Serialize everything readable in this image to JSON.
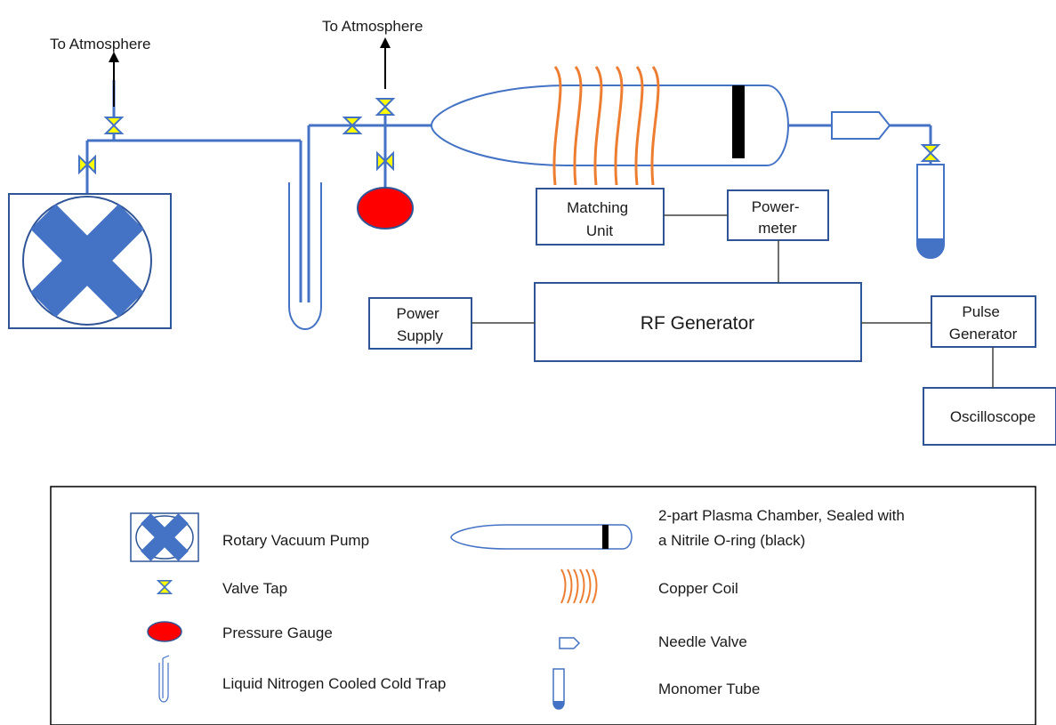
{
  "diagram": {
    "labels": {
      "atm_left": "To Atmosphere",
      "atm_mid": "To Atmosphere",
      "matching_unit": [
        "Matching",
        "Unit"
      ],
      "powermeter": [
        "Power-",
        "meter"
      ],
      "power_supply": [
        "Power",
        "Supply"
      ],
      "rf_generator": "RF Generator",
      "pulse_generator": [
        "Pulse",
        "Generator"
      ],
      "oscilloscope": "Oscilloscope"
    }
  },
  "legend": {
    "items": [
      {
        "label": "Rotary Vacuum Pump",
        "icon": "rotary-pump-icon"
      },
      {
        "label": "Valve Tap",
        "icon": "valve-tap-icon"
      },
      {
        "label": "Pressure Gauge",
        "icon": "pressure-gauge-icon"
      },
      {
        "label": "Liquid Nitrogen Cooled Cold  Trap",
        "icon": "cold-trap-icon"
      },
      {
        "label": [
          "2-part Plasma Chamber, Sealed with",
          "a Nitrile O-ring (black)"
        ],
        "icon": "plasma-chamber-icon"
      },
      {
        "label": "Copper Coil",
        "icon": "copper-coil-icon"
      },
      {
        "label": "Needle Valve",
        "icon": "needle-valve-icon"
      },
      {
        "label": "Monomer Tube",
        "icon": "monomer-tube-icon"
      }
    ]
  },
  "colors": {
    "pipe": "#4472c4",
    "pump_fill": "#4472c4",
    "valve_fill": "#ffff00",
    "gauge_fill": "#ff0000",
    "coil": "#ed7d31",
    "oring": "#000000",
    "box_stroke": "#2f5597"
  }
}
